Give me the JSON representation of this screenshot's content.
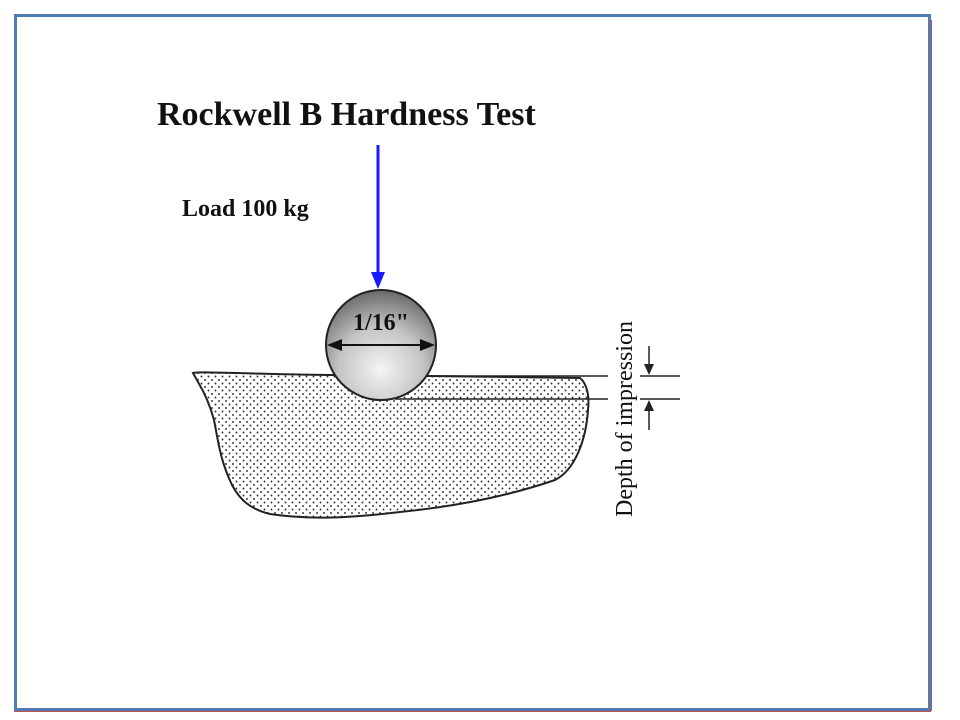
{
  "diagram": {
    "title": "Rockwell B Hardness Test",
    "load_label": "Load 100 kg",
    "ball_label": "1/16\"",
    "depth_label": "Depth of impression",
    "colors": {
      "frame": "#4f7db1",
      "arrow": "#1a1aff",
      "accent_rule": "#c0504d",
      "ball_dark": "#6e6e6e",
      "ball_light": "#f4f4f4"
    }
  }
}
